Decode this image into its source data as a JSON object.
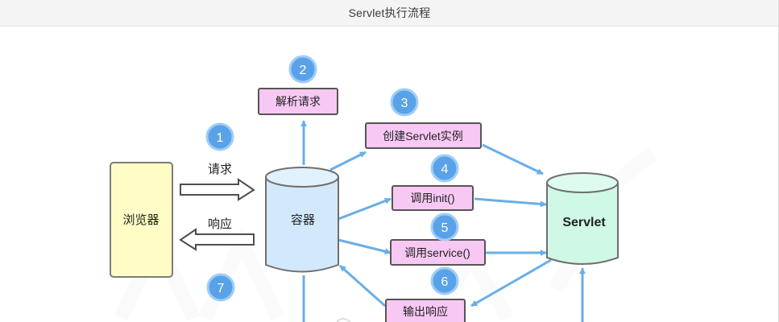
{
  "page": {
    "title": "Servlet执行流程"
  },
  "diagram": {
    "nodes": {
      "browser": "浏览器",
      "container": "容器",
      "servlet": "Servlet",
      "parse_request": "解析请求",
      "create_instance": "创建Servlet实例",
      "call_init": "调用init()",
      "call_service": "调用service()",
      "output_response": "输出响应"
    },
    "edge_labels": {
      "request": "请求",
      "response": "响应"
    },
    "steps": [
      "1",
      "2",
      "3",
      "4",
      "5",
      "6",
      "7"
    ]
  },
  "colors": {
    "arrow": "#6aaee6",
    "step_badge": "#5aa2e8",
    "browser_fill": "#fffcc6",
    "browser_stroke": "#7c7c7c",
    "container_fill": "#d2e8fb",
    "servlet_fill": "#cff8e6",
    "process_fill": "#f7c8f3",
    "process_stroke": "#555555"
  }
}
